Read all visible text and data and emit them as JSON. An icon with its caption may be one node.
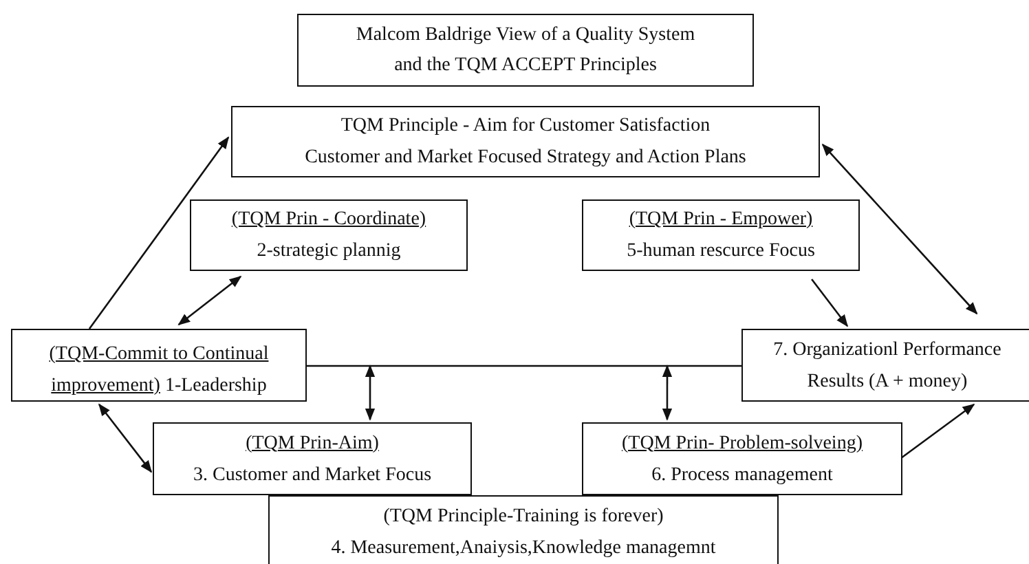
{
  "diagram": {
    "nodes": [
      {
        "text": [
          "Malcom Baldrige View of a Quality System and the TQM ACCEPT Principles"
        ]
      },
      {
        "text": [
          "TQM Principle - Aim for Customer Satisfaction",
          "Customer and Market Focused Strategy and Action Plans"
        ]
      },
      {
        "text": [
          "(TQM Prin - Coordinate)",
          "2-strategic plannig"
        ]
      },
      {
        "text": [
          "(TQM Prin - Empower)",
          "5-human rescurce Focus"
        ]
      },
      {
        "text": [
          "(TQM-Commit to Continual improvement)",
          "1-Leadership"
        ]
      },
      {
        "text": [
          "7. Organizationl Performance Results (A + money)"
        ]
      },
      {
        "text": [
          "(TQM Prin-Aim)",
          "3. Customer and Market Focus"
        ]
      },
      {
        "text": [
          "(TQM Prin- Problem-solveing)",
          "6. Process management"
        ]
      },
      {
        "text": [
          "(TQM Principle-Training is forever)",
          "4. Measurement,Anaiysis,Knowledge managemnt"
        ]
      }
    ],
    "edges": [
      {
        "from": 4,
        "to": 1,
        "arrow": "to"
      },
      {
        "from": 1,
        "to": 5,
        "arrow": "both"
      },
      {
        "from": 2,
        "to": 4,
        "arrow": "both"
      },
      {
        "from": 3,
        "to": 5,
        "arrow": "to"
      },
      {
        "from": 4,
        "to": 6,
        "arrow": "both"
      },
      {
        "from": 7,
        "to": 5,
        "arrow": "to"
      },
      {
        "from": 4,
        "to": 5,
        "arrow": "none"
      },
      {
        "from": null,
        "to": 6,
        "arrow": "both"
      },
      {
        "from": null,
        "to": 7,
        "arrow": "both"
      }
    ]
  }
}
